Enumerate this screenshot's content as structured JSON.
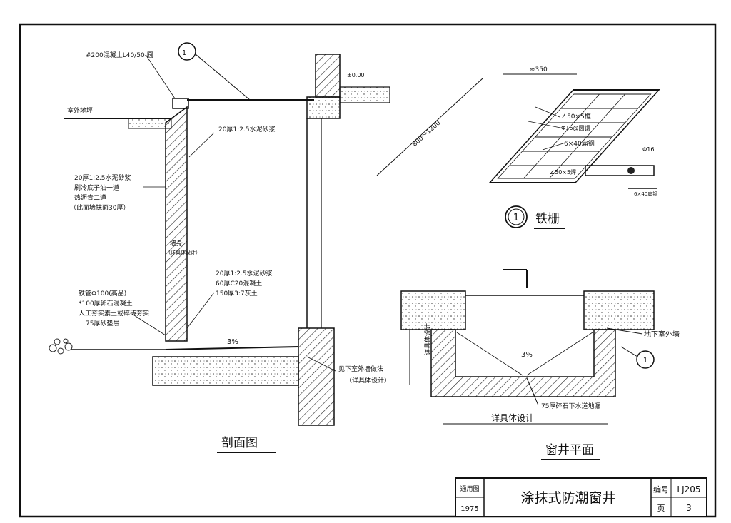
{
  "section": {
    "callout_mark": "1",
    "labels": {
      "concrete_cover": "#200混凝土L40/50-圆",
      "outdoor_grade": "室外地坪",
      "plaster_top": "20厚1:2.5水泥砂浆",
      "plaster_outer_1": "20厚1:2.5水泥砂浆",
      "plaster_outer_2": "刷冷底子油一道",
      "plaster_outer_3": "热沥青二道",
      "plaster_outer_4": "（此面墙抹面30厚）",
      "wall_mid": "墙身",
      "wall_mid_2": "（详具体设计）",
      "iron_pipe": "铁管Φ100(高品)",
      "gravel": "*100厚卵石混凝土",
      "clay": "人工夯实素土或碎砖夯实",
      "sand": "75厚砂垫层",
      "floor_finish_1": "20厚1:2.5水泥砂浆",
      "floor_finish_2": "60厚C20混凝土",
      "floor_finish_3": "150厚3:7灰土",
      "slope": "3%",
      "elev": "±0.00",
      "bottom_note_1": "见下室外墙做法",
      "bottom_note_2": "（详具体设计）"
    },
    "title": "剖面图"
  },
  "grate": {
    "dim_width": "≈350",
    "dim_length": "800～1200",
    "labels": {
      "angle_frame": "∠50×5框",
      "round_bar": "Φ16@圆钢",
      "flat_bar": "6×40扁钢",
      "detail_dia": "Φ16",
      "detail_angle": "∠50×5焊",
      "detail_flat": "6×40扁钢"
    },
    "callout_mark": "1",
    "title": "铁栅"
  },
  "plan": {
    "labels": {
      "dim_left": "详具体设计",
      "slope": "3%",
      "wall_note": "地下室外墙",
      "drain_note": "75厚碎石下水道地漏",
      "dim_bottom": "详具体设计",
      "callout_mark": "1"
    },
    "title": "窗井平面"
  },
  "title_block": {
    "category_label": "通用图",
    "year": "1975",
    "drawing_title": "涂抹式防潮窗井",
    "number_label": "编号",
    "number_value": "LJ205",
    "page_label": "页",
    "page_value": "3"
  }
}
